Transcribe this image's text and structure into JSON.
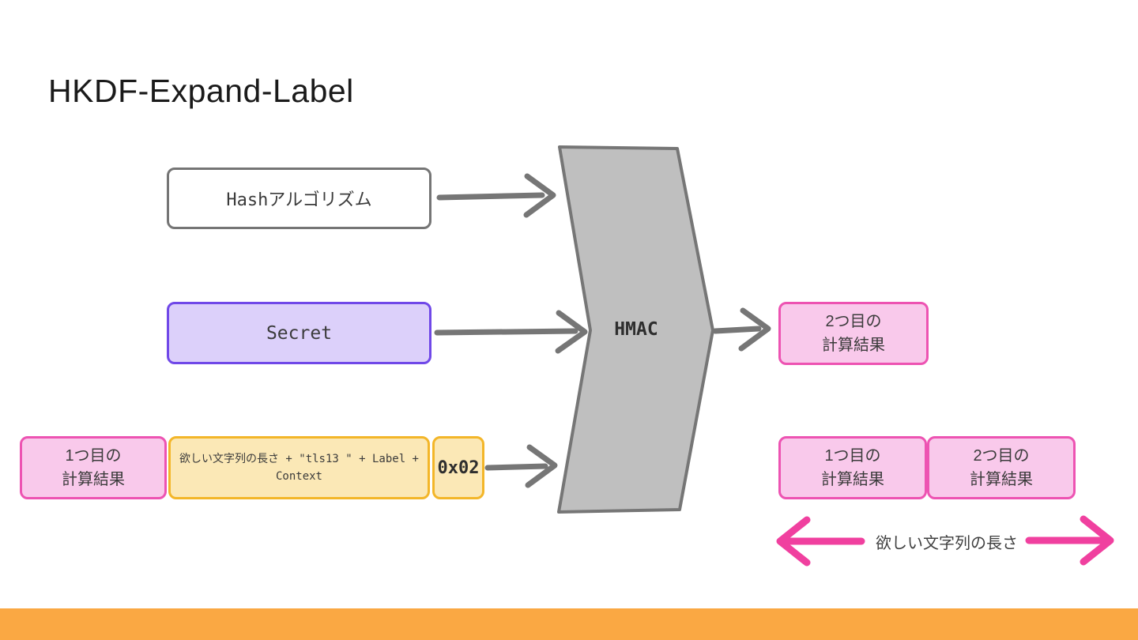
{
  "title": "HKDF-Expand-Label",
  "diagram": {
    "hash_box": {
      "label": "Hashアルゴリズム"
    },
    "secret_box": {
      "label": "Secret"
    },
    "hmac": {
      "label": "HMAC"
    },
    "first_result_box": {
      "line1": "1つ目の",
      "line2": "計算結果"
    },
    "label_box": {
      "line1": "欲しい文字列の長さ + \"tls13 \" + Label +",
      "line2": "Context"
    },
    "prefix_byte_box": {
      "label": "0x02"
    },
    "second_result_box": {
      "line1": "2つ目の",
      "line2": "計算結果"
    },
    "output_first_box": {
      "line1": "1つ目の",
      "line2": "計算結果"
    },
    "output_second_box": {
      "line1": "2つ目の",
      "line2": "計算結果"
    },
    "measure": {
      "label": "欲しい文字列の長さ"
    }
  },
  "colors": {
    "pink_fill": "#F9C9EB",
    "pink_border": "#ED53B2",
    "purple_fill": "#DCD0FA",
    "purple_border": "#7048E8",
    "yellow_fill": "#FBE8B6",
    "yellow_border": "#F3B629",
    "gray_fill": "#BFBFBF",
    "gray_stroke": "#767676",
    "accent_pink": "#F0409F",
    "footer_orange": "#FAA843",
    "title_color": "#1A1A1A"
  }
}
